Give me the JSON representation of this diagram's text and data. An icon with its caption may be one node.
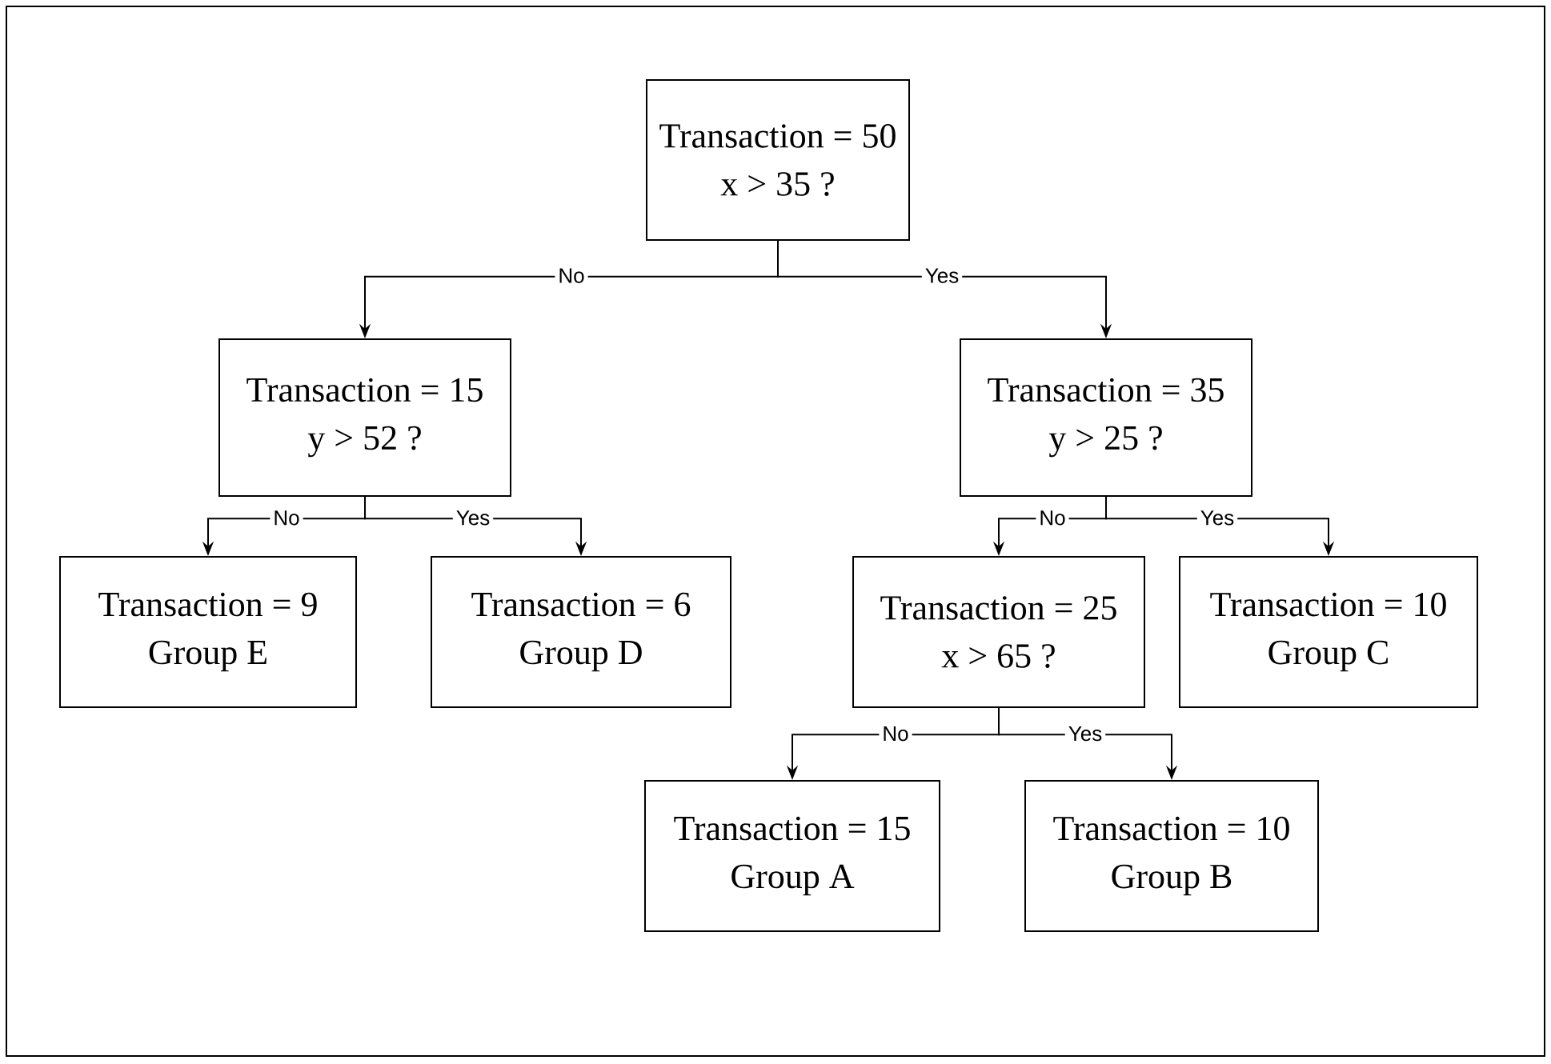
{
  "diagram": {
    "nodes": [
      {
        "text": [
          "Transaction = 50",
          "x > 35 ?"
        ]
      },
      {
        "text": [
          "Transaction = 15",
          "y > 52 ?"
        ]
      },
      {
        "text": [
          "Transaction = 35",
          "y > 25 ?"
        ]
      },
      {
        "text": [
          "Transaction = 9",
          "Group E"
        ]
      },
      {
        "text": [
          "Transaction = 6",
          "Group D"
        ]
      },
      {
        "text": [
          "Transaction = 25",
          "x > 65 ?"
        ]
      },
      {
        "text": [
          "Transaction = 10",
          "Group C"
        ]
      },
      {
        "text": [
          "Transaction = 15",
          "Group A"
        ]
      },
      {
        "text": [
          "Transaction = 10",
          "Group B"
        ]
      }
    ],
    "edges": [
      {
        "from": 0,
        "to": 1,
        "arrow": "to",
        "label": "No"
      },
      {
        "from": 0,
        "to": 2,
        "arrow": "to",
        "label": "Yes"
      },
      {
        "from": 1,
        "to": 3,
        "arrow": "to",
        "label": "No"
      },
      {
        "from": 1,
        "to": 4,
        "arrow": "to",
        "label": "Yes"
      },
      {
        "from": 2,
        "to": 5,
        "arrow": "to",
        "label": "No"
      },
      {
        "from": 2,
        "to": 6,
        "arrow": "to",
        "label": "Yes"
      },
      {
        "from": 5,
        "to": 7,
        "arrow": "to",
        "label": "No"
      },
      {
        "from": 5,
        "to": 8,
        "arrow": "to",
        "label": "Yes"
      }
    ]
  }
}
